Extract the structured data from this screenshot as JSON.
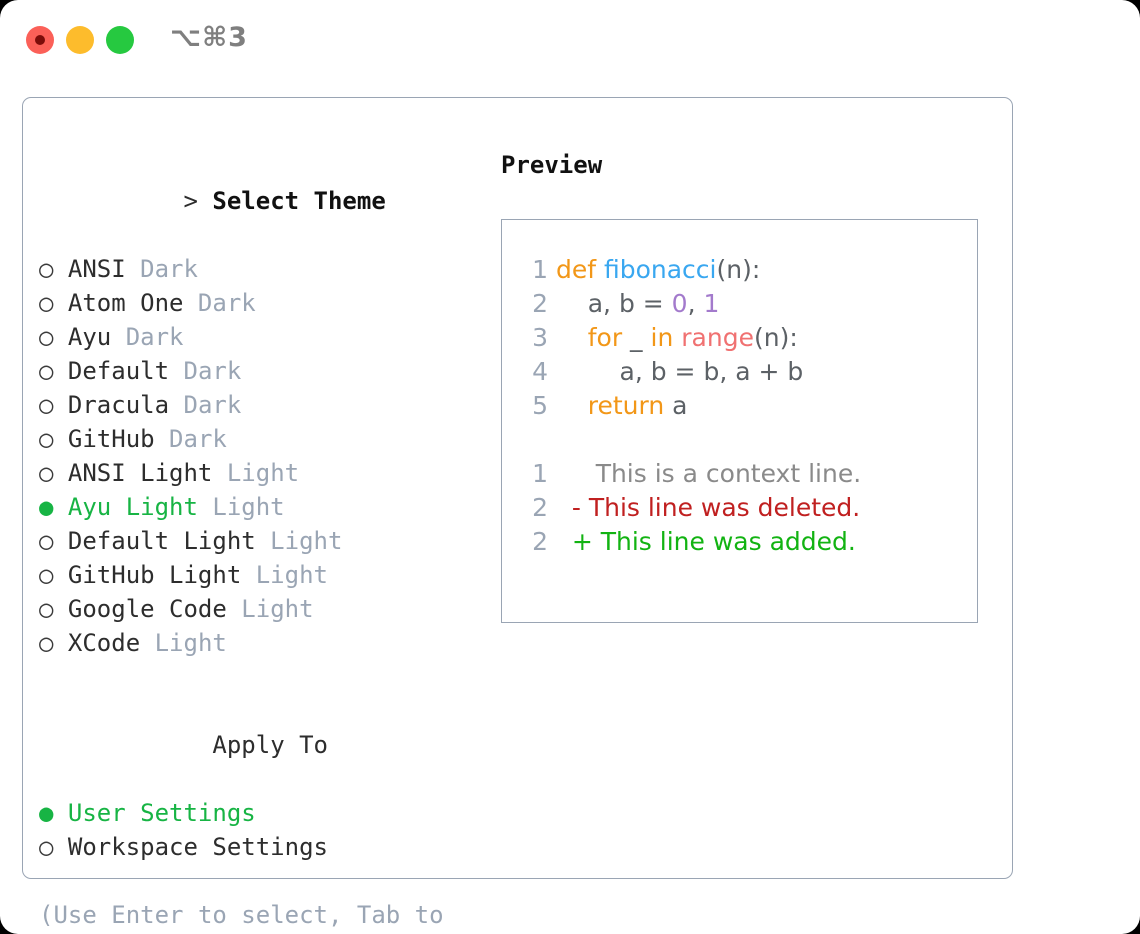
{
  "window": {
    "shortcut_title": "⌥⌘3",
    "controls": [
      {
        "name": "close",
        "color": "#fb6058"
      },
      {
        "name": "minimize",
        "color": "#fdbc2c"
      },
      {
        "name": "maximize",
        "color": "#26c940"
      }
    ]
  },
  "colors": {
    "accent_green": "#17b444",
    "muted": "#9aa5b4",
    "border": "#9aa5b4",
    "text": "#2d2d2d",
    "keyword_orange": "#f29718",
    "function_blue": "#39a7f0",
    "call_red": "#f07171",
    "number_purple": "#a37acc",
    "diff_delete": "#c02020",
    "diff_add": "#12b312",
    "diff_context": "#8a8a8a"
  },
  "theme_section": {
    "prompt": "> ",
    "header": "Select Theme",
    "radio_off": "○",
    "radio_on": "●",
    "items": [
      {
        "label": "ANSI",
        "tag": "Dark",
        "selected": false
      },
      {
        "label": "Atom One",
        "tag": "Dark",
        "selected": false
      },
      {
        "label": "Ayu",
        "tag": "Dark",
        "selected": false
      },
      {
        "label": "Default",
        "tag": "Dark",
        "selected": false
      },
      {
        "label": "Dracula",
        "tag": "Dark",
        "selected": false
      },
      {
        "label": "GitHub",
        "tag": "Dark",
        "selected": false
      },
      {
        "label": "ANSI Light",
        "tag": "Light",
        "selected": false
      },
      {
        "label": "Ayu Light",
        "tag": "Light",
        "selected": true
      },
      {
        "label": "Default Light",
        "tag": "Light",
        "selected": false
      },
      {
        "label": "GitHub Light",
        "tag": "Light",
        "selected": false
      },
      {
        "label": "Google Code",
        "tag": "Light",
        "selected": false
      },
      {
        "label": "XCode",
        "tag": "Light",
        "selected": false
      }
    ]
  },
  "apply_section": {
    "header": "Apply To",
    "items": [
      {
        "label": "User Settings",
        "selected": true
      },
      {
        "label": "Workspace Settings",
        "selected": false
      }
    ]
  },
  "hint": "(Use Enter to select, Tab to change focus)",
  "preview": {
    "title": "Preview",
    "code_lines": [
      {
        "number": "1",
        "tokens": [
          {
            "text": " ",
            "kind": "plain"
          },
          {
            "text": "def",
            "kind": "kw"
          },
          {
            "text": " ",
            "kind": "plain"
          },
          {
            "text": "fibonacci",
            "kind": "fn"
          },
          {
            "text": "(n):",
            "kind": "punc"
          }
        ]
      },
      {
        "number": "2",
        "tokens": [
          {
            "text": "     a, b = ",
            "kind": "plain"
          },
          {
            "text": "0",
            "kind": "num"
          },
          {
            "text": ", ",
            "kind": "plain"
          },
          {
            "text": "1",
            "kind": "num"
          }
        ]
      },
      {
        "number": "3",
        "tokens": [
          {
            "text": "     ",
            "kind": "plain"
          },
          {
            "text": "for",
            "kind": "kw"
          },
          {
            "text": " _ ",
            "kind": "plain"
          },
          {
            "text": "in",
            "kind": "kw"
          },
          {
            "text": " ",
            "kind": "plain"
          },
          {
            "text": "range",
            "kind": "call"
          },
          {
            "text": "(n):",
            "kind": "punc"
          }
        ]
      },
      {
        "number": "4",
        "tokens": [
          {
            "text": "         a, b = b, a + b",
            "kind": "plain"
          }
        ]
      },
      {
        "number": "5",
        "tokens": [
          {
            "text": "     ",
            "kind": "plain"
          },
          {
            "text": "return",
            "kind": "kw"
          },
          {
            "text": " a",
            "kind": "plain"
          }
        ]
      }
    ],
    "diff_lines": [
      {
        "number": "1",
        "marker": " ",
        "text": "  This is a context line.",
        "kind": "ctx"
      },
      {
        "number": "2",
        "marker": "-",
        "text": " This line was deleted.",
        "kind": "del"
      },
      {
        "number": "2",
        "marker": "+",
        "text": " This line was added.",
        "kind": "add"
      }
    ]
  }
}
